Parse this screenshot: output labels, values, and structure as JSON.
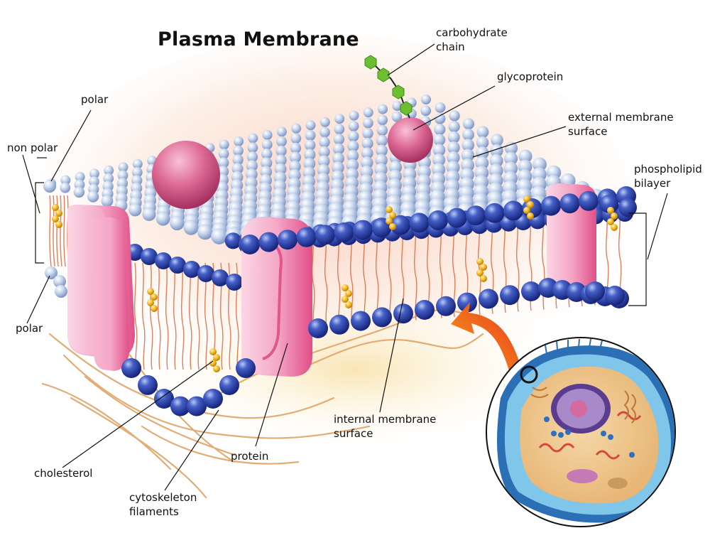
{
  "title": "Plasma Membrane",
  "labels": {
    "carbohydrate_chain": [
      "carbohydrate",
      "chain"
    ],
    "glycoprotein": "glycoprotein",
    "external_membrane_surface": [
      "external membrane",
      "surface"
    ],
    "phospholipid_bilayer": [
      "phospholipid",
      "bilayer"
    ],
    "polar_top": "polar",
    "non_polar": "non polar",
    "polar_bottom": "polar",
    "internal_membrane_surface": [
      "internal membrane",
      "surface"
    ],
    "protein": "protein",
    "cholesterol": "cholesterol",
    "cytoskeleton_filaments": [
      "cytoskeleton",
      "filaments"
    ]
  },
  "colors": {
    "head_light": "#c9d8ec",
    "head_dark": "#2c43a8",
    "tail": "#d9734a",
    "protein": "#e66b9c",
    "cholesterol": "#f2b21b",
    "carbohydrate": "#5fb32c",
    "arrow": "#f05a1e"
  }
}
